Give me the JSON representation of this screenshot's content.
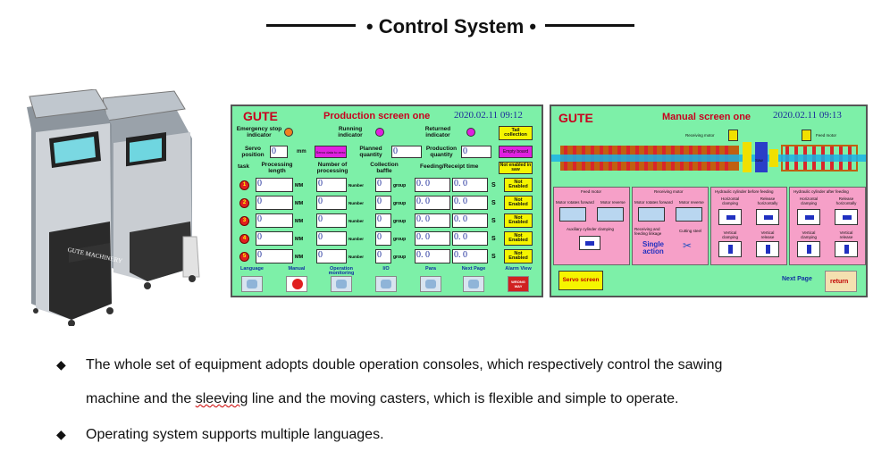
{
  "heading": {
    "title": "• Control System •"
  },
  "production_screen": {
    "brand": "GUTE",
    "title": "Production screen one",
    "datetime": "2020.02.11 09:12",
    "emergency_stop": "Emergency stop indicator",
    "running": "Running indicator",
    "returned": "Returned indicator",
    "tail_collection": "Tail collection",
    "servo_position": "Servo position",
    "servo_value": "0",
    "servo_unit": "mm",
    "servo_btn": "Servo data to zero",
    "planned_quantity": "Planned quantity",
    "planned_value": "0",
    "production_quantity": "Production quantity",
    "production_value": "0",
    "empty_board": "Empty board",
    "col_task": "task",
    "col_length": "Processing length",
    "col_number": "Number of processing",
    "col_baffle": "Collection baffle",
    "col_feed": "Feeding/Receipt time",
    "not_enabled_saw": "Not enabled in saw",
    "rows": [
      {
        "idx": "1",
        "length": "0",
        "unit": "MM",
        "number": "0",
        "num_lbl": "Number",
        "group": "0",
        "group_lbl": "group",
        "t1": "0. 0",
        "t2": "0. 0",
        "s": "S",
        "state": "Not Enabled"
      },
      {
        "idx": "2",
        "length": "0",
        "unit": "MM",
        "number": "0",
        "num_lbl": "Number",
        "group": "0",
        "group_lbl": "group",
        "t1": "0. 0",
        "t2": "0. 0",
        "s": "S",
        "state": "Not Enabled"
      },
      {
        "idx": "3",
        "length": "0",
        "unit": "MM",
        "number": "0",
        "num_lbl": "Number",
        "group": "0",
        "group_lbl": "group",
        "t1": "0. 0",
        "t2": "0. 0",
        "s": "S",
        "state": "Not Enabled"
      },
      {
        "idx": "4",
        "length": "0",
        "unit": "MM",
        "number": "0",
        "num_lbl": "Number",
        "group": "0",
        "group_lbl": "group",
        "t1": "0. 0",
        "t2": "0. 0",
        "s": "S",
        "state": "Not Enabled"
      },
      {
        "idx": "5",
        "length": "0",
        "unit": "MM",
        "number": "0",
        "num_lbl": "Number",
        "group": "0",
        "group_lbl": "group",
        "t1": "0. 0",
        "t2": "0. 0",
        "s": "S",
        "state": "Not Enabled"
      }
    ],
    "nav": [
      "Language",
      "Manual",
      "Operation monitoring",
      "I/O",
      "Para",
      "Next Page",
      "Alarm View"
    ],
    "wrong_way": "WRONG WAY"
  },
  "manual_screen": {
    "brand": "GUTE",
    "title": "Manual screen one",
    "datetime": "2020.02.11 09:13",
    "receiving_motor": "Receiving motor",
    "feed_motor": "Feed motor",
    "saw": "Saw",
    "panel_feed": "Feed motor",
    "motor_forward": "Motor rotates forward",
    "motor_reverse": "Motor reverse",
    "panel_receiving": "Receiving motor",
    "aux_clamping": "Auxiliary cylinder clamping",
    "recv_feed_linkage": "Receiving and feeding linkage",
    "cutting_steel": "Cutting steel",
    "single_action": "Single action",
    "panel_hyd_before": "Hydraulic cylinder before feeding",
    "panel_hyd_after": "Hydraulic cylinder after feeding",
    "horizontal_clamping": "Horizontal clamping",
    "release_horizontally": "Release horizontally",
    "vertical_clamping": "Vertical clamping",
    "vertical_release": "Vertical release",
    "servo_screen": "Servo screen",
    "next_page": "Next Page",
    "return": "return"
  },
  "photo": {
    "brand_text": "GUTE MACHINERY"
  },
  "bullets": [
    {
      "line1": "The whole set of equipment adopts double operation consoles, which respectively control the sawing",
      "line2a": "machine and the ",
      "line2b": "sleeving",
      "line2c": " line and the moving casters, which is flexible and simple to operate."
    },
    {
      "line1": "Operating system supports multiple languages."
    }
  ]
}
